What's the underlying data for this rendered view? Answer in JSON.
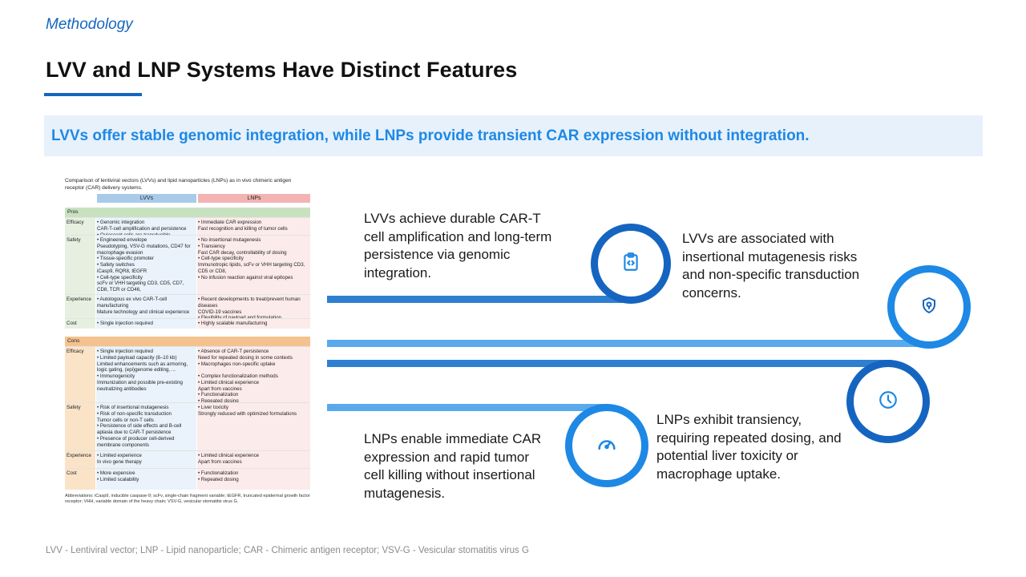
{
  "section_label": "Methodology",
  "title": "LVV and LNP Systems Have Distinct Features",
  "banner": "LVVs offer stable genomic integration, while LNPs provide transient CAR expression without integration.",
  "figure": {
    "caption": "Comparison of lentiviral vectors (LVVs) and lipid nanoparticles (LNPs) as in vivo chimeric antigen receptor (CAR) delivery systems.",
    "col_lvv": "LVVs",
    "col_lnp": "LNPs",
    "pros_label": "Pros",
    "cons_label": "Cons",
    "pros": [
      {
        "k": "Efficacy",
        "lvv": "• Genomic integration\nCAR-T-cell amplification and persistence\n• Quiescent cells are transducible",
        "lnp": "• Immediate CAR expression\nFast recognition and killing of tumor cells"
      },
      {
        "k": "Safety",
        "lvv": "• Engineered envelope\nPseudotyping, VSV-G mutations, CD47 for macrophage evasion\n• Tissue-specific promoter\n• Safety switches\niCasp9, RQR8, tEGFR\n• Cell-type specificity\nscFv or VHH targeting CD3, CD5, CD7, CD8, TCR or CD46,",
        "lnp": "• No insertional mutagenesis\n• Transiency\nFast CAR decay, controllability of dosing\n• Cell-type specificity\nImmunotropic lipids, scFv or VHH targeting CD3, CD5 or CD8,\n• No infusion reaction against viral epitopes"
      },
      {
        "k": "Experience",
        "lvv": "• Autologous ex vivo CAR-T-cell manufacturing\nMature technology and clinical experience",
        "lnp": "• Recent developments to treat/prevent human diseases\nCOVID-19 vaccines\n• Flexibility of payload and formulation"
      },
      {
        "k": "Cost",
        "lvv": "• Single injection required",
        "lnp": "• Highly scalable manufacturing"
      }
    ],
    "cons": [
      {
        "k": "Efficacy",
        "lvv": "• Single injection required\n• Limited payload capacity (8–10 kb)\nLimited enhancements such as armoring, logic gating, (epi)genome editing, ...\n• Immunogenicity\nImmunization and possible pre-existing neutralizing antibodies",
        "lnp": "• Absence of CAR-T persistence\nNeed for repeated dosing in some contexts\n• Macrophages non-specific uptake\n\n• Complex functionalization methods\n• Limited clinical experience\nApart from vaccines\n• Functionalization\n• Repeated dosing"
      },
      {
        "k": "Safety",
        "lvv": "• Risk of insertional mutagenesis\n• Risk of non-specific transduction\nTumor cells or non-T cells\n• Persistence of side effects and B-cell aplasia due to CAR-T persistence\n• Presence of producer cell-derived membrane components",
        "lnp": "• Liver toxicity\nStrongly reduced with optimized formulations"
      },
      {
        "k": "Experience",
        "lvv": "• Limited experience\nIn vivo gene therapy",
        "lnp": "• Limited clinical experience\nApart from vaccines"
      },
      {
        "k": "Cost",
        "lvv": "• More expensive\n• Limited scalability",
        "lnp": "• Functionalization\n• Repeated dosing"
      }
    ],
    "abbreviations": "Abbreviations: iCasp9, inducible caspase-9; scFv, single-chain fragment variable; tEGFR, truncated epidermal growth factor receptor; VHH, variable domain of the heavy chain; VSV-G, vesicular stomatitis virus G."
  },
  "points": [
    {
      "text": "LVVs achieve durable CAR-T cell amplification and long-term persistence via genomic integration.",
      "icon": "clipboard-code-icon"
    },
    {
      "text": "LVVs are associated with insertional mutagenesis risks and non-specific transduction concerns.",
      "icon": "shield-icon"
    },
    {
      "text": "LNPs exhibit transiency, requiring repeated dosing, and potential liver toxicity or macrophage uptake.",
      "icon": "clock-icon"
    },
    {
      "text": "LNPs enable immediate CAR expression and rapid tumor cell killing without insertional mutagenesis.",
      "icon": "gauge-icon"
    }
  ],
  "colors": {
    "dark_blue": "#1565c0",
    "mid_blue": "#2f7fd0",
    "light_blue": "#5aa9ec",
    "banner_bg": "#e6f1fb",
    "lvv_header": "#a9cbea",
    "lnp_header": "#f3b3b3",
    "pros_band": "#c8e2c0",
    "cons_band": "#f4c28f"
  },
  "footnote": "LVV - Lentiviral vector; LNP - Lipid nanoparticle; CAR - Chimeric antigen receptor; VSV-G - Vesicular stomatitis virus G"
}
